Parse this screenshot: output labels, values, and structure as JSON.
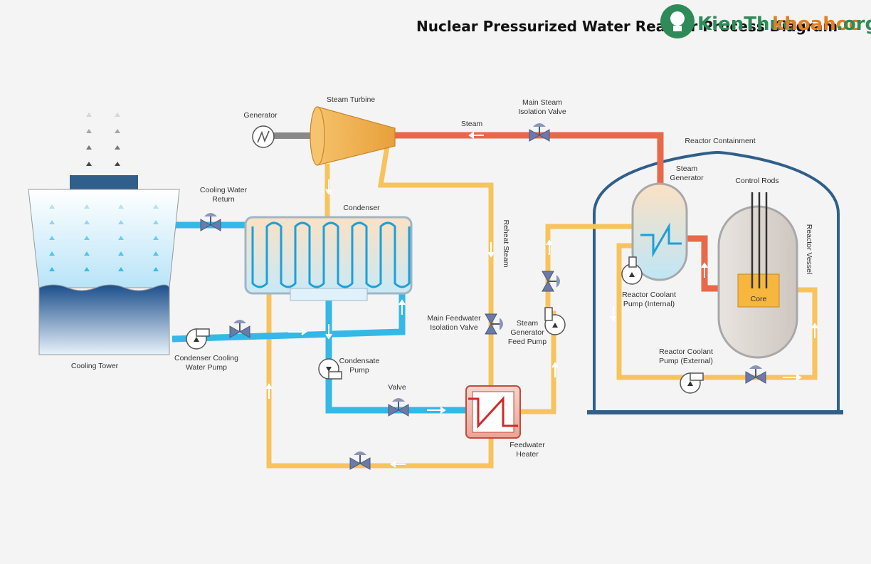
{
  "title": "Nuclear Pressurized Water Reactor Process Diagram",
  "watermark": {
    "part1": "KienThuc",
    "part2": "khoahoc",
    "part3": ".org"
  },
  "labels": {
    "generator": "Generator",
    "steam_turbine": "Steam Turbine",
    "main_steam_isolation_valve": [
      "Main Steam",
      "Isolation Valve"
    ],
    "steam": "Steam",
    "reactor_containment": "Reactor Containment",
    "steam_generator": [
      "Steam",
      "Generator"
    ],
    "control_rods": "Control Rods",
    "reactor_vessel": "Reactor Vessel",
    "core": "Core",
    "cooling_water_return": [
      "Cooling Water",
      "Return"
    ],
    "condenser": "Condenser",
    "reheat_steam": "Reheat Steam",
    "cooling_tower": "Cooling Tower",
    "condenser_cooling_water_pump": [
      "Condenser Cooling",
      "Water Pump"
    ],
    "condensate_pump": [
      "Condensate",
      "Pump"
    ],
    "main_feedwater_isolation_valve": [
      "Main Feedwater",
      "Isolation Valve"
    ],
    "steam_generator_feed_pump": [
      "Steam",
      "Generator",
      "Feed Pump"
    ],
    "reactor_coolant_pump_internal": [
      "Reactor Coolant",
      "Pump (Internal)"
    ],
    "reactor_coolant_pump_external": [
      "Reactor Coolant",
      "Pump (External)"
    ],
    "valve": "Valve",
    "feedwater_heater": [
      "Feedwater",
      "Heater"
    ]
  },
  "colors": {
    "steam": "#e8684a",
    "feedwater": "#f7c35c",
    "cooling_water": "#34b8e8",
    "reactor_containment": "#2f5f8a",
    "heater_coil": "#d02a2a",
    "background": "#f4f4f4"
  }
}
